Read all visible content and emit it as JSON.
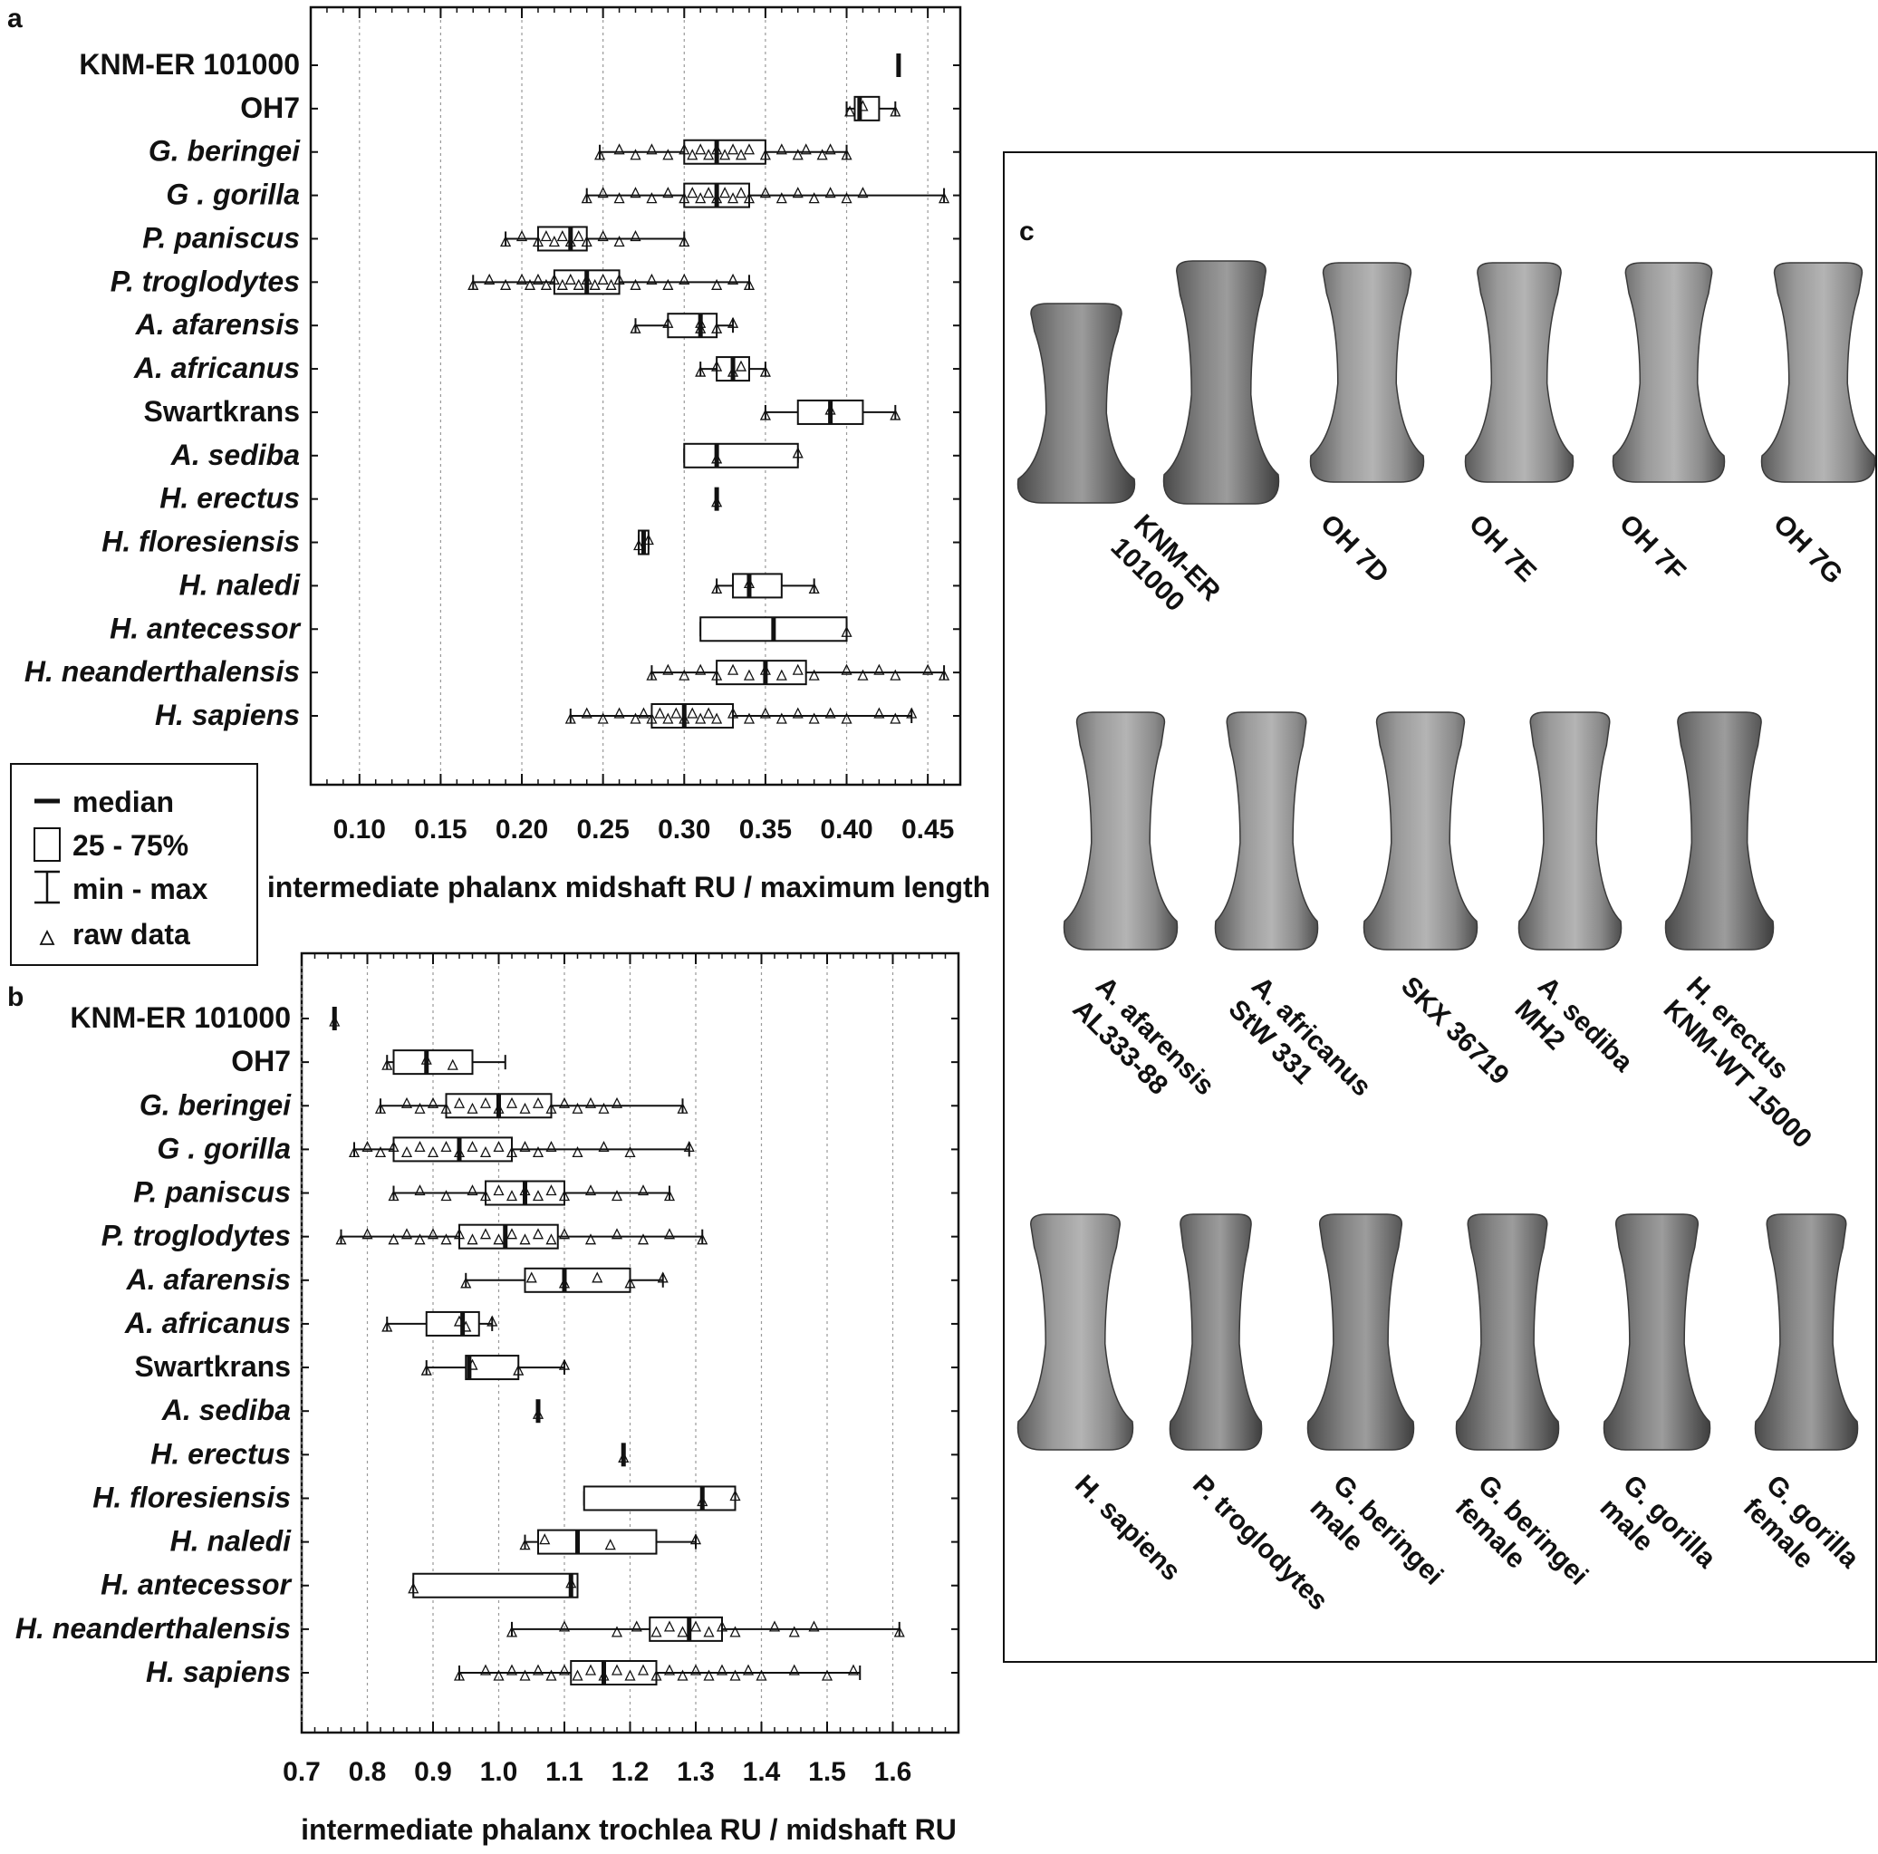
{
  "panel_letters": {
    "a": "a",
    "b": "b",
    "c": "c"
  },
  "legend": {
    "median": "median",
    "box": "25 - 75%",
    "range": "min - max",
    "raw": "raw data"
  },
  "chart_data": [
    {
      "type": "box",
      "panel": "a",
      "xlabel": "intermediate  phalanx midshaft RU / maximum length",
      "xlim": [
        0.07,
        0.47
      ],
      "xticks": [
        0.1,
        0.15,
        0.2,
        0.25,
        0.3,
        0.35,
        0.4,
        0.45
      ],
      "xtick_labels": [
        "0.10",
        "0.15",
        "0.20",
        "0.25",
        "0.30",
        "0.35",
        "0.40",
        "0.45"
      ],
      "grid": true,
      "groups": [
        {
          "label": "KNM-ER 101000",
          "italic": false,
          "min": 0.432,
          "q1": 0.432,
          "median": 0.432,
          "q3": 0.432,
          "max": 0.432,
          "raw": []
        },
        {
          "label": "OH7",
          "italic": false,
          "min": 0.4,
          "q1": 0.405,
          "median": 0.408,
          "q3": 0.42,
          "max": 0.43,
          "raw": [
            0.402,
            0.41,
            0.43
          ]
        },
        {
          "label": "G. beringei",
          "italic": true,
          "min": 0.248,
          "q1": 0.3,
          "median": 0.32,
          "q3": 0.35,
          "max": 0.4,
          "raw": [
            0.248,
            0.26,
            0.27,
            0.28,
            0.29,
            0.3,
            0.305,
            0.31,
            0.315,
            0.32,
            0.325,
            0.33,
            0.335,
            0.34,
            0.35,
            0.36,
            0.37,
            0.375,
            0.385,
            0.39,
            0.4
          ]
        },
        {
          "label": "G . gorilla",
          "italic": true,
          "min": 0.24,
          "q1": 0.3,
          "median": 0.32,
          "q3": 0.34,
          "max": 0.46,
          "raw": [
            0.24,
            0.25,
            0.26,
            0.27,
            0.28,
            0.29,
            0.3,
            0.305,
            0.31,
            0.315,
            0.32,
            0.325,
            0.33,
            0.335,
            0.34,
            0.35,
            0.36,
            0.37,
            0.38,
            0.39,
            0.4,
            0.41,
            0.46
          ]
        },
        {
          "label": "P. paniscus",
          "italic": true,
          "min": 0.19,
          "q1": 0.21,
          "median": 0.23,
          "q3": 0.24,
          "max": 0.3,
          "raw": [
            0.19,
            0.2,
            0.21,
            0.215,
            0.22,
            0.225,
            0.23,
            0.235,
            0.24,
            0.25,
            0.26,
            0.27,
            0.3
          ]
        },
        {
          "label": "P. troglodytes",
          "italic": true,
          "min": 0.17,
          "q1": 0.22,
          "median": 0.24,
          "q3": 0.26,
          "max": 0.34,
          "raw": [
            0.17,
            0.18,
            0.19,
            0.2,
            0.205,
            0.21,
            0.215,
            0.22,
            0.225,
            0.23,
            0.235,
            0.24,
            0.245,
            0.25,
            0.255,
            0.26,
            0.27,
            0.28,
            0.29,
            0.3,
            0.32,
            0.33,
            0.34
          ]
        },
        {
          "label": "A. afarensis",
          "italic": true,
          "min": 0.27,
          "q1": 0.29,
          "median": 0.31,
          "q3": 0.32,
          "max": 0.33,
          "raw": [
            0.27,
            0.29,
            0.31,
            0.31,
            0.32,
            0.33
          ]
        },
        {
          "label": "A. africanus",
          "italic": true,
          "min": 0.31,
          "q1": 0.32,
          "median": 0.33,
          "q3": 0.34,
          "max": 0.35,
          "raw": [
            0.31,
            0.32,
            0.33,
            0.335,
            0.35
          ]
        },
        {
          "label": "Swartkrans",
          "italic": false,
          "min": 0.35,
          "q1": 0.37,
          "median": 0.39,
          "q3": 0.41,
          "max": 0.43,
          "raw": [
            0.35,
            0.39,
            0.43
          ]
        },
        {
          "label": "A. sediba",
          "italic": true,
          "min": 0.3,
          "q1": 0.3,
          "median": 0.32,
          "q3": 0.37,
          "max": 0.37,
          "raw": [
            0.32,
            0.37
          ]
        },
        {
          "label": "H. erectus",
          "italic": true,
          "min": 0.32,
          "q1": 0.32,
          "median": 0.32,
          "q3": 0.32,
          "max": 0.32,
          "raw": [
            0.32
          ]
        },
        {
          "label": "H. floresiensis",
          "italic": true,
          "min": 0.272,
          "q1": 0.272,
          "median": 0.275,
          "q3": 0.278,
          "max": 0.278,
          "raw": [
            0.272,
            0.278
          ]
        },
        {
          "label": "H. naledi",
          "italic": true,
          "min": 0.32,
          "q1": 0.33,
          "median": 0.34,
          "q3": 0.36,
          "max": 0.38,
          "raw": [
            0.32,
            0.34,
            0.38
          ]
        },
        {
          "label": "H. antecessor",
          "italic": true,
          "min": 0.31,
          "q1": 0.31,
          "median": 0.355,
          "q3": 0.4,
          "max": 0.4,
          "raw": [
            0.4
          ]
        },
        {
          "label": "H. neanderthalensis",
          "italic": true,
          "min": 0.28,
          "q1": 0.32,
          "median": 0.35,
          "q3": 0.375,
          "max": 0.46,
          "raw": [
            0.28,
            0.29,
            0.3,
            0.31,
            0.32,
            0.33,
            0.34,
            0.35,
            0.36,
            0.37,
            0.38,
            0.4,
            0.41,
            0.42,
            0.43,
            0.45,
            0.46
          ]
        },
        {
          "label": "H. sapiens",
          "italic": true,
          "min": 0.23,
          "q1": 0.28,
          "median": 0.3,
          "q3": 0.33,
          "max": 0.44,
          "raw": [
            0.23,
            0.24,
            0.25,
            0.26,
            0.27,
            0.275,
            0.28,
            0.285,
            0.29,
            0.295,
            0.3,
            0.305,
            0.31,
            0.315,
            0.32,
            0.33,
            0.34,
            0.35,
            0.36,
            0.37,
            0.38,
            0.39,
            0.4,
            0.42,
            0.43,
            0.44
          ]
        }
      ]
    },
    {
      "type": "box",
      "panel": "b",
      "xlabel": "intermediate phalanx trochlea RU / midshaft RU",
      "xlim": [
        0.7,
        1.7
      ],
      "xticks": [
        0.7,
        0.8,
        0.9,
        1.0,
        1.1,
        1.2,
        1.3,
        1.4,
        1.5,
        1.6
      ],
      "xtick_labels": [
        "0.7",
        "0.8",
        "0.9",
        "1.0",
        "1.1",
        "1.2",
        "1.3",
        "1.4",
        "1.5",
        "1.6"
      ],
      "grid": true,
      "groups": [
        {
          "label": "KNM-ER 101000",
          "italic": false,
          "min": 0.75,
          "q1": 0.75,
          "median": 0.75,
          "q3": 0.75,
          "max": 0.75,
          "raw": [
            0.75
          ]
        },
        {
          "label": "OH7",
          "italic": false,
          "min": 0.83,
          "q1": 0.84,
          "median": 0.89,
          "q3": 0.96,
          "max": 1.01,
          "raw": [
            0.83,
            0.89,
            0.93
          ]
        },
        {
          "label": "G. beringei",
          "italic": true,
          "min": 0.82,
          "q1": 0.92,
          "median": 1.0,
          "q3": 1.08,
          "max": 1.28,
          "raw": [
            0.82,
            0.86,
            0.88,
            0.9,
            0.92,
            0.94,
            0.96,
            0.98,
            1.0,
            1.02,
            1.04,
            1.06,
            1.08,
            1.1,
            1.12,
            1.14,
            1.16,
            1.18,
            1.28
          ]
        },
        {
          "label": "G . gorilla",
          "italic": true,
          "min": 0.78,
          "q1": 0.84,
          "median": 0.94,
          "q3": 1.02,
          "max": 1.29,
          "raw": [
            0.78,
            0.8,
            0.82,
            0.84,
            0.86,
            0.88,
            0.9,
            0.92,
            0.94,
            0.96,
            0.98,
            1.0,
            1.02,
            1.04,
            1.06,
            1.08,
            1.12,
            1.16,
            1.2,
            1.29
          ]
        },
        {
          "label": "P. paniscus",
          "italic": true,
          "min": 0.84,
          "q1": 0.98,
          "median": 1.04,
          "q3": 1.1,
          "max": 1.26,
          "raw": [
            0.84,
            0.88,
            0.92,
            0.96,
            0.98,
            1.0,
            1.02,
            1.04,
            1.06,
            1.08,
            1.1,
            1.14,
            1.18,
            1.22,
            1.26
          ]
        },
        {
          "label": "P. troglodytes",
          "italic": true,
          "min": 0.76,
          "q1": 0.94,
          "median": 1.01,
          "q3": 1.09,
          "max": 1.31,
          "raw": [
            0.76,
            0.8,
            0.84,
            0.86,
            0.88,
            0.9,
            0.92,
            0.94,
            0.96,
            0.98,
            1.0,
            1.02,
            1.04,
            1.06,
            1.08,
            1.1,
            1.14,
            1.18,
            1.22,
            1.26,
            1.31
          ]
        },
        {
          "label": "A. afarensis",
          "italic": true,
          "min": 0.95,
          "q1": 1.04,
          "median": 1.1,
          "q3": 1.2,
          "max": 1.25,
          "raw": [
            0.95,
            1.05,
            1.1,
            1.15,
            1.2,
            1.25
          ]
        },
        {
          "label": "A. africanus",
          "italic": true,
          "min": 0.83,
          "q1": 0.89,
          "median": 0.945,
          "q3": 0.97,
          "max": 0.99,
          "raw": [
            0.83,
            0.94,
            0.95,
            0.99
          ]
        },
        {
          "label": "Swartkrans",
          "italic": false,
          "min": 0.89,
          "q1": 0.95,
          "median": 0.955,
          "q3": 1.03,
          "max": 1.1,
          "raw": [
            0.89,
            0.96,
            1.03,
            1.1
          ]
        },
        {
          "label": "A. sediba",
          "italic": true,
          "min": 1.06,
          "q1": 1.06,
          "median": 1.06,
          "q3": 1.06,
          "max": 1.06,
          "raw": [
            1.06
          ]
        },
        {
          "label": "H. erectus",
          "italic": true,
          "min": 1.19,
          "q1": 1.19,
          "median": 1.19,
          "q3": 1.19,
          "max": 1.19,
          "raw": [
            1.19
          ]
        },
        {
          "label": "H. floresiensis",
          "italic": true,
          "min": 1.13,
          "q1": 1.13,
          "median": 1.31,
          "q3": 1.36,
          "max": 1.36,
          "raw": [
            1.31,
            1.36
          ]
        },
        {
          "label": "H. naledi",
          "italic": true,
          "min": 1.04,
          "q1": 1.06,
          "median": 1.12,
          "q3": 1.24,
          "max": 1.3,
          "raw": [
            1.04,
            1.07,
            1.17,
            1.3
          ]
        },
        {
          "label": "H. antecessor",
          "italic": true,
          "min": 0.87,
          "q1": 0.87,
          "median": 1.11,
          "q3": 1.12,
          "max": 1.12,
          "raw": [
            0.87,
            1.11
          ]
        },
        {
          "label": "H. neanderthalensis",
          "italic": true,
          "min": 1.02,
          "q1": 1.23,
          "median": 1.29,
          "q3": 1.34,
          "max": 1.61,
          "raw": [
            1.02,
            1.1,
            1.18,
            1.21,
            1.24,
            1.26,
            1.28,
            1.3,
            1.32,
            1.34,
            1.36,
            1.42,
            1.45,
            1.48,
            1.61
          ]
        },
        {
          "label": "H. sapiens",
          "italic": true,
          "min": 0.94,
          "q1": 1.11,
          "median": 1.16,
          "q3": 1.24,
          "max": 1.55,
          "raw": [
            0.94,
            0.98,
            1.0,
            1.02,
            1.04,
            1.06,
            1.08,
            1.1,
            1.12,
            1.14,
            1.16,
            1.18,
            1.2,
            1.22,
            1.24,
            1.26,
            1.28,
            1.3,
            1.32,
            1.34,
            1.36,
            1.38,
            1.4,
            1.45,
            1.5,
            1.54
          ]
        }
      ]
    }
  ],
  "specimens": {
    "row1": [
      {
        "lines": [
          "KNM-ER",
          "101000"
        ]
      },
      {
        "lines": [
          "OH 7D"
        ]
      },
      {
        "lines": [
          "OH 7E"
        ]
      },
      {
        "lines": [
          "OH 7F"
        ]
      },
      {
        "lines": [
          "OH 7G"
        ]
      }
    ],
    "row2": [
      {
        "lines": [
          "A. afarensis",
          "AL333-88"
        ]
      },
      {
        "lines": [
          "A. africanus",
          "StW 331"
        ]
      },
      {
        "lines": [
          "SKX 36719"
        ]
      },
      {
        "lines": [
          "A. sediba",
          "MH2"
        ]
      },
      {
        "lines": [
          "H. erectus",
          "KNM-WT 15000"
        ]
      }
    ],
    "row3": [
      {
        "lines": [
          "H. sapiens"
        ]
      },
      {
        "lines": [
          "P. troglodytes"
        ]
      },
      {
        "lines": [
          "G. beringei",
          "male"
        ]
      },
      {
        "lines": [
          "G. beringei",
          "female"
        ]
      },
      {
        "lines": [
          "G. gorilla",
          "male"
        ]
      },
      {
        "lines": [
          "G. gorilla",
          "female"
        ]
      }
    ]
  }
}
